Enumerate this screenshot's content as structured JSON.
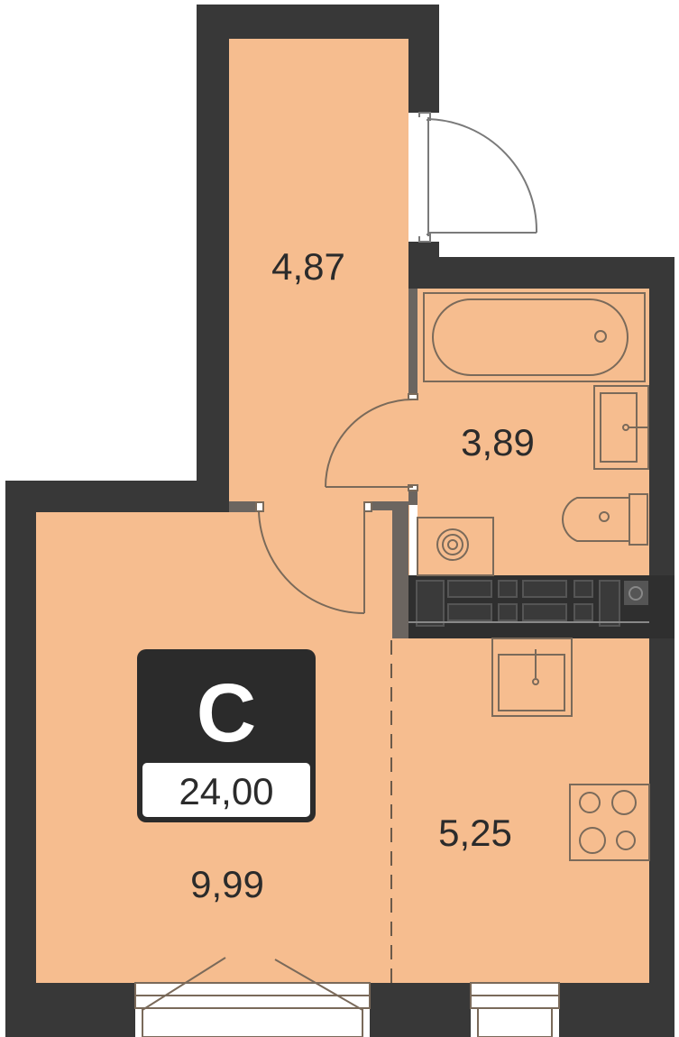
{
  "plan": {
    "unit_type": "C",
    "total_area": "24,00",
    "rooms": [
      {
        "id": "hallway",
        "area": "4,87"
      },
      {
        "id": "bathroom",
        "area": "3,89"
      },
      {
        "id": "living-room",
        "area": "9,99"
      },
      {
        "id": "kitchen",
        "area": "5,25"
      }
    ]
  },
  "colors": {
    "wall": "#383838",
    "floor": "#f6bd8f",
    "fixture_line": "#7a6a5a",
    "badge_bg": "#2b2b2b",
    "badge_text": "#ffffff"
  }
}
